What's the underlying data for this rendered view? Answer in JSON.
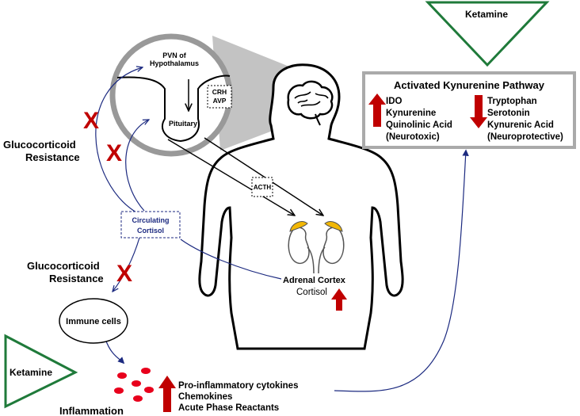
{
  "ketamine_top": "Ketamine",
  "ketamine_left": "Ketamine",
  "pathway": {
    "title": "Activated Kynurenine Pathway",
    "up_items": [
      "IDO",
      "Kynurenine",
      "Quinolinic Acid",
      "(Neurotoxic)"
    ],
    "down_items": [
      "Tryptophan",
      "Serotonin",
      "Kynurenic Acid",
      "(Neuroprotective)"
    ]
  },
  "brain_inset": {
    "pvn_line1": "PVN of",
    "pvn_line2": "Hypothalamus",
    "crh": "CRH",
    "avp": "AVP",
    "pituitary": "Pituitary"
  },
  "acth": "ACTH",
  "circulating_line1": "Circulating",
  "circulating_line2": "Cortisol",
  "gc_resistance_1_line1": "Glucocorticoid",
  "gc_resistance_1_line2": "Resistance",
  "gc_resistance_2_line1": "Glucocorticoid",
  "gc_resistance_2_line2": "Resistance",
  "blocked_mark": "X",
  "adrenal_cortex": "Adrenal Cortex",
  "cortisol": "Cortisol",
  "immune_cells": "Immune cells",
  "inflammation": "Inflammation",
  "inflammation_items": [
    "Pro-inflammatory cytokines",
    "Chemokines",
    "Acute Phase Reactants"
  ],
  "colors": {
    "green": "#1f7a3a",
    "red": "#c00000",
    "navy": "#1c2a80",
    "gray": "#9a9a9a"
  }
}
